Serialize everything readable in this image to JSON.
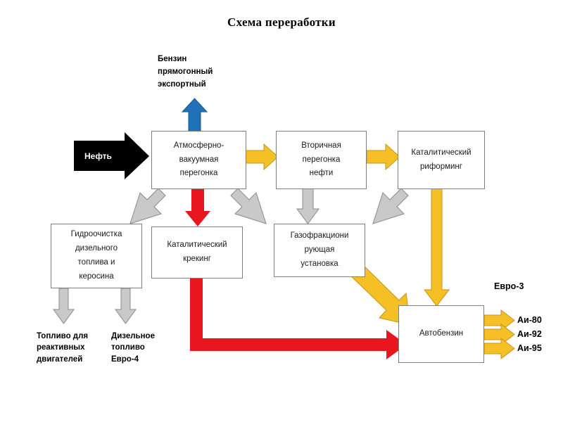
{
  "title": "Схема переработки",
  "input": {
    "label": "Нефть",
    "arrow_color": "#000000"
  },
  "top_output": {
    "label": "Бензин\nпрямогонный\nэкспортный",
    "line1": "Бензин",
    "line2": "прямогонный",
    "line3": "экспортный",
    "arrow_color": "#1f6fb5"
  },
  "nodes": [
    {
      "id": "avt",
      "label": "Атмосферно-\nвакуумная\nперегонка",
      "lines": [
        "Атмосферно-",
        "вакуумная",
        "перегонка"
      ]
    },
    {
      "id": "secondary",
      "label": "Вторичная\nперегонка\nнефти",
      "lines": [
        "Вторичная",
        "перегонка",
        "нефти"
      ]
    },
    {
      "id": "reforming",
      "label": "Каталитический\nриформинг",
      "lines": [
        "Каталитический",
        "риформинг"
      ]
    },
    {
      "id": "hydro",
      "label": "Гидроочистка\nдизельного\nтоплива и\nкеросина",
      "lines": [
        "Гидроочистка",
        "дизельного",
        "топлива и",
        "керосина"
      ]
    },
    {
      "id": "cracking",
      "label": "Каталитический\nкрекинг",
      "lines": [
        "Каталитический",
        "крекинг"
      ]
    },
    {
      "id": "gfu",
      "label": "Газофракциони\nрующая\nустановка",
      "lines": [
        "Газофракциони",
        "рующая",
        "установка"
      ]
    },
    {
      "id": "gasoline",
      "label": "Автобензин",
      "lines": [
        "Автобензин"
      ]
    }
  ],
  "bottom_outputs": [
    {
      "line1": "Топливо для",
      "line2": "реактивных",
      "line3": "двигателей"
    },
    {
      "line1": "Дизельное",
      "line2": "топливо",
      "line3": "Евро-4"
    }
  ],
  "gasoline_outputs": {
    "standard": "Евро-3",
    "grades": [
      "Аи-80",
      "Аи-92",
      "Аи-95"
    ]
  },
  "colors": {
    "yellow": "#f0b323",
    "yellow_fill": "#f5c026",
    "yellow_stroke": "#c8941a",
    "gray_fill": "#c9c9c9",
    "gray_stroke": "#8a8a8a",
    "red": "#e8171f",
    "blue": "#1f6fb5",
    "black": "#000000",
    "box_border": "#7f7f7f"
  }
}
